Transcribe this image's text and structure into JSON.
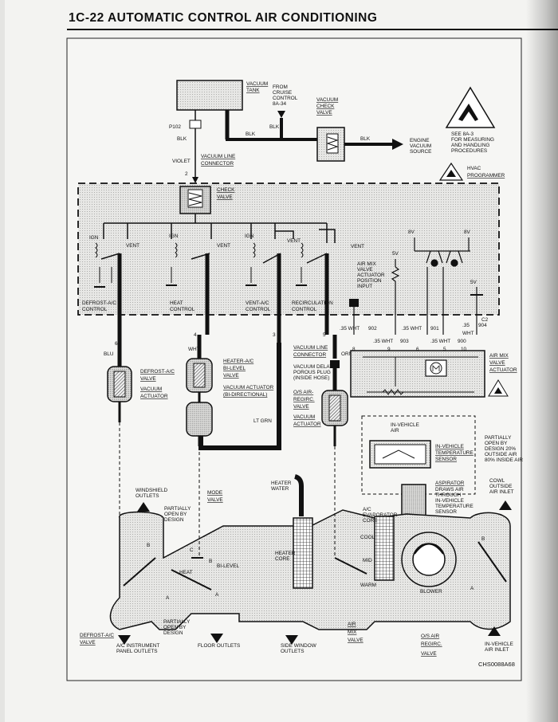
{
  "heading": "1C-22 AUTOMATIC CONTROL AIR CONDITIONING",
  "figure_code": "CHS0088A68",
  "top_parts": {
    "vacuum_tank": [
      "VACUUM",
      "TANK"
    ],
    "from_cruise": [
      "FROM",
      "CRUISE",
      "CONTROL",
      "8A-34"
    ],
    "vacuum_check_valve": [
      "VACUUM",
      "CHECK",
      "VALVE"
    ],
    "engine_vacuum": [
      "ENGINE",
      "VACUUM",
      "SOURCE"
    ],
    "esd_note": [
      "SEE 8A-3",
      "FOR MEASURING",
      "AND HANDLING",
      "PROCEDURES"
    ],
    "hvac_programmer": [
      "HVAC",
      "PROGRAMMER"
    ],
    "p102": "P102",
    "violet": "VIOLET",
    "vacuum_line_connector": [
      "VACUUM LINE",
      "CONNECTOR"
    ],
    "check_valve": [
      "CHECK",
      "VALVE"
    ]
  },
  "wire_labels": {
    "blk": "BLK",
    "blu": "BLU",
    "wht": "WHT",
    "orn": "ORN",
    "lt_grn": "LT GRN",
    "wht_35": ".35 WHT",
    "wht_35b": ".35 WHT",
    "wht_35c": ".35 WHT",
    "wht_35d": ".35 WHT",
    "wht_35e": ".35",
    "wht_e2": "WHT"
  },
  "numbers": {
    "n2": "2",
    "n6": "6",
    "n4": "4",
    "n3": "3",
    "n5": "5",
    "c902": "902",
    "c903": "903",
    "c901": "901",
    "c900": "900",
    "c904": "904",
    "p8": "8",
    "p9": "9",
    "p6": "6",
    "p5": "5",
    "p10": "10",
    "c2": "C2"
  },
  "voltages": {
    "v8a": "8V",
    "v8b": "8V",
    "v5a": "5V",
    "v5b": "5V"
  },
  "switch_labels": {
    "ign": "IGN",
    "vent": "VENT"
  },
  "controls": {
    "defrost": [
      "DEFROST-A/C",
      "CONTROL"
    ],
    "heat": [
      "HEAT",
      "CONTROL"
    ],
    "vent_ac": [
      "VENT-A/C",
      "CONTROL"
    ],
    "recirc": [
      "RECIRCULATION",
      "CONTROL"
    ]
  },
  "air_mix_position": [
    "AIR MIX",
    "VALVE",
    "ACTUATOR",
    "POSITION",
    "INPUT"
  ],
  "actuators": {
    "defrost": [
      "DEFROST-A/C",
      "VALVE",
      "VACUUM",
      "ACTUATOR"
    ],
    "heater": [
      "HEATER-A/C",
      "BI-LEVEL",
      "VALVE",
      "VACUUM ACTUATOR",
      "(BI-DIRECTIONAL)"
    ],
    "vacuum_line_connector2": [
      "VACUUM LINE",
      "CONNECTOR"
    ],
    "vacuum_delay": [
      "VACUUM DELAY",
      "POROUS PLUG",
      "(INSIDE HOSE)"
    ],
    "os_air": [
      "O/S AIR-",
      "REGIRC.",
      "VALVE",
      "VACUUM",
      "ACTUATOR"
    ],
    "air_mix_valve": [
      "AIR MIX",
      "VALVE",
      "ACTUATOR"
    ]
  },
  "sensor": {
    "in_vehicle_air": [
      "IN-VEHICLE",
      "AIR"
    ],
    "temp_sensor": [
      "IN-VEHICLE",
      "TEMPERATURE",
      "SENSOR"
    ],
    "aspirator": [
      "ASPIRATOR",
      "DRAWS AIR",
      "THROUGH",
      "IN-VEHICLE",
      "TEMPERATURE",
      "SENSOR"
    ],
    "partially_open_right": [
      "PARTIALLY",
      "OPEN BY",
      "DESIGN 20%",
      "OUTSIDE AIR",
      "80% INSIDE AIR"
    ],
    "cowl": [
      "COWL",
      "OUTSIDE",
      "AIR INLET"
    ]
  },
  "duct": {
    "windshield": [
      "WINDSHIELD",
      "OUTLETS"
    ],
    "mode_valve": [
      "MODE",
      "VALVE"
    ],
    "partially_open_a": [
      "PARTIALLY",
      "OPEN BY",
      "DESIGN"
    ],
    "heater_water": [
      "HEATER",
      "WATER"
    ],
    "ac_evaporator": [
      "A/C",
      "EVAPORATOR",
      "CORE"
    ],
    "cool": "COOL",
    "mid": "MID",
    "warm": "WARM",
    "heater_core": [
      "HEATER",
      "CORE"
    ],
    "heat": "HEAT",
    "bi_level": "BI-LEVEL",
    "blower": "BLOWER",
    "letter_b": "B",
    "letter_c": "C",
    "letter_a": "A",
    "letter_b2": "B",
    "letter_a2": "A",
    "letter_b3": "B",
    "letter_a3": "A",
    "partially_open_b": [
      "PARTIALLY",
      "OPEN BY",
      "DESIGN"
    ],
    "defrost_valve": [
      "DEFROST-A/C",
      "VALVE"
    ],
    "ac_panel": [
      "A/C INSTRUMENT",
      "PANEL OUTLETS"
    ],
    "floor": "FLOOR OUTLETS",
    "side_window": [
      "SIDE WINDOW",
      "OUTLETS"
    ],
    "air_mix": [
      "AIR",
      "MIX",
      "VALVE"
    ],
    "os_recirc": [
      "O/S AIR",
      "REGIRC.",
      "VALVE"
    ],
    "in_vehicle_inlet": [
      "IN-VEHICLE",
      "AIR INLET"
    ]
  }
}
